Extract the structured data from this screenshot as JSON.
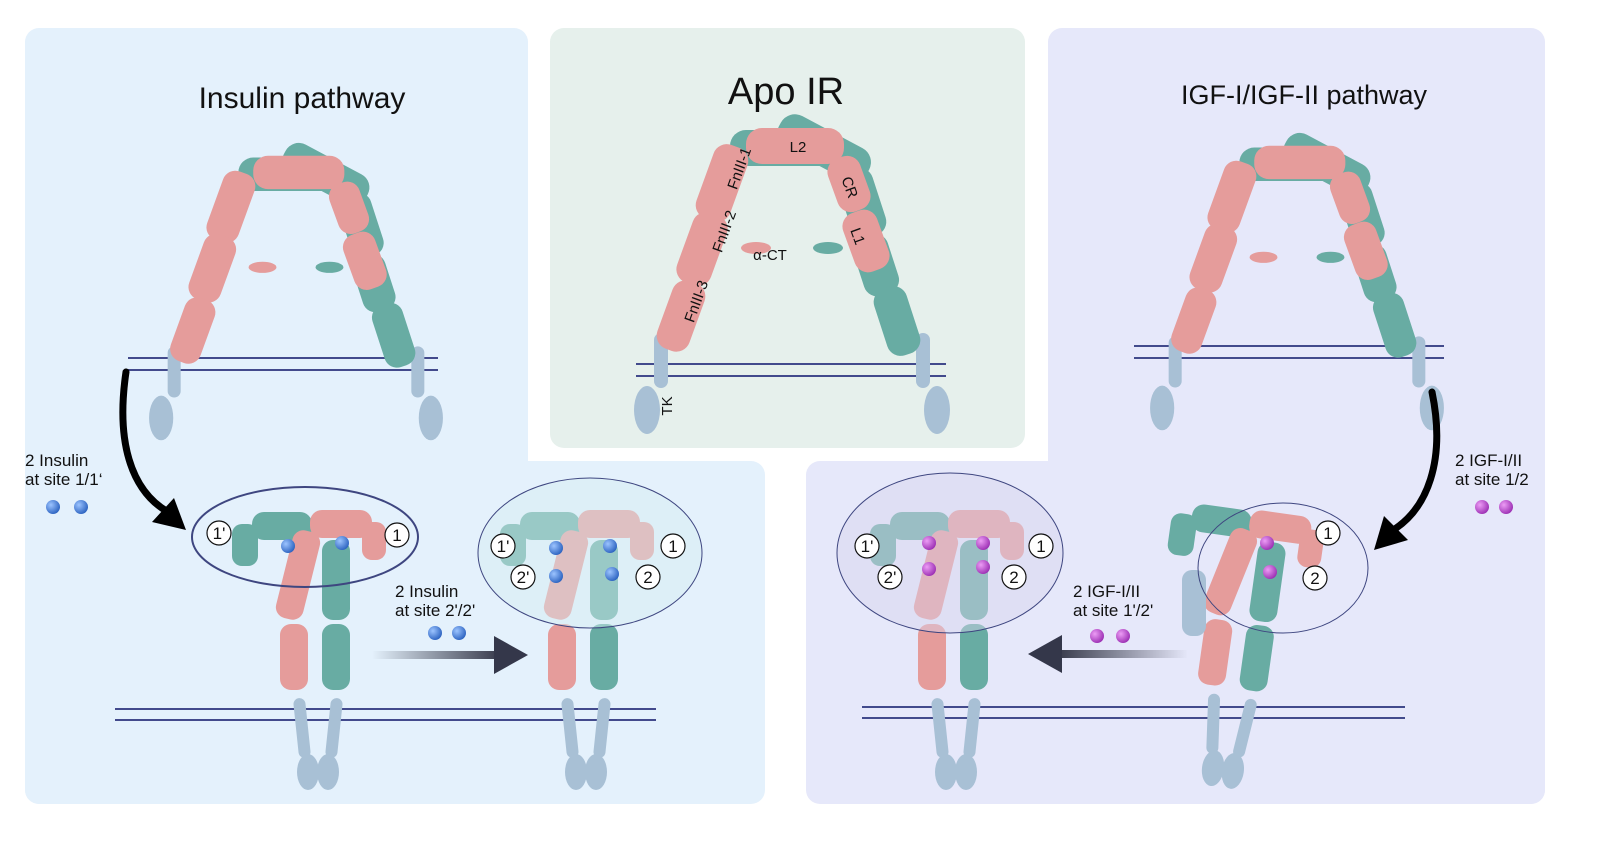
{
  "panels": {
    "insulin": {
      "title": "Insulin pathway"
    },
    "apo": {
      "title": "Apo IR"
    },
    "igf": {
      "title": "IGF-I/IGF-II pathway"
    }
  },
  "domain_labels": {
    "l2": "L2",
    "fn1": "FnIII-1",
    "cr": "CR",
    "fn2": "FnIII-2",
    "l1": "L1",
    "act": "α-CT",
    "fn3": "FnIII-3",
    "tk": "TK"
  },
  "steps": {
    "ins1_line1": "2 Insulin",
    "ins1_line2": "at site 1/1‘",
    "ins2_line1": "2 Insulin",
    "ins2_line2": "at site 2'/2'",
    "igf1_line1": "2 IGF-I/II",
    "igf1_line2": "at site 1/2",
    "igf2_line1": "2 IGF-I/II",
    "igf2_line2": "at site 1'/2'"
  },
  "site_labels": {
    "s1": "1",
    "s1p": "1'",
    "s2": "2",
    "s2p": "2'"
  },
  "colors": {
    "insulin_panel_bg": "#e4f1fc",
    "apo_panel_bg": "#e6f0ec",
    "igf_panel_bg": "#e6e8fa",
    "alpha_pink": "#e59c9b",
    "beta_teal": "#68aca3",
    "tm_bluegrey": "#a8c0d5",
    "membrane": "#424a8c",
    "insulin_ligand": "#3c78d0",
    "igf_ligand": "#b543c9"
  }
}
